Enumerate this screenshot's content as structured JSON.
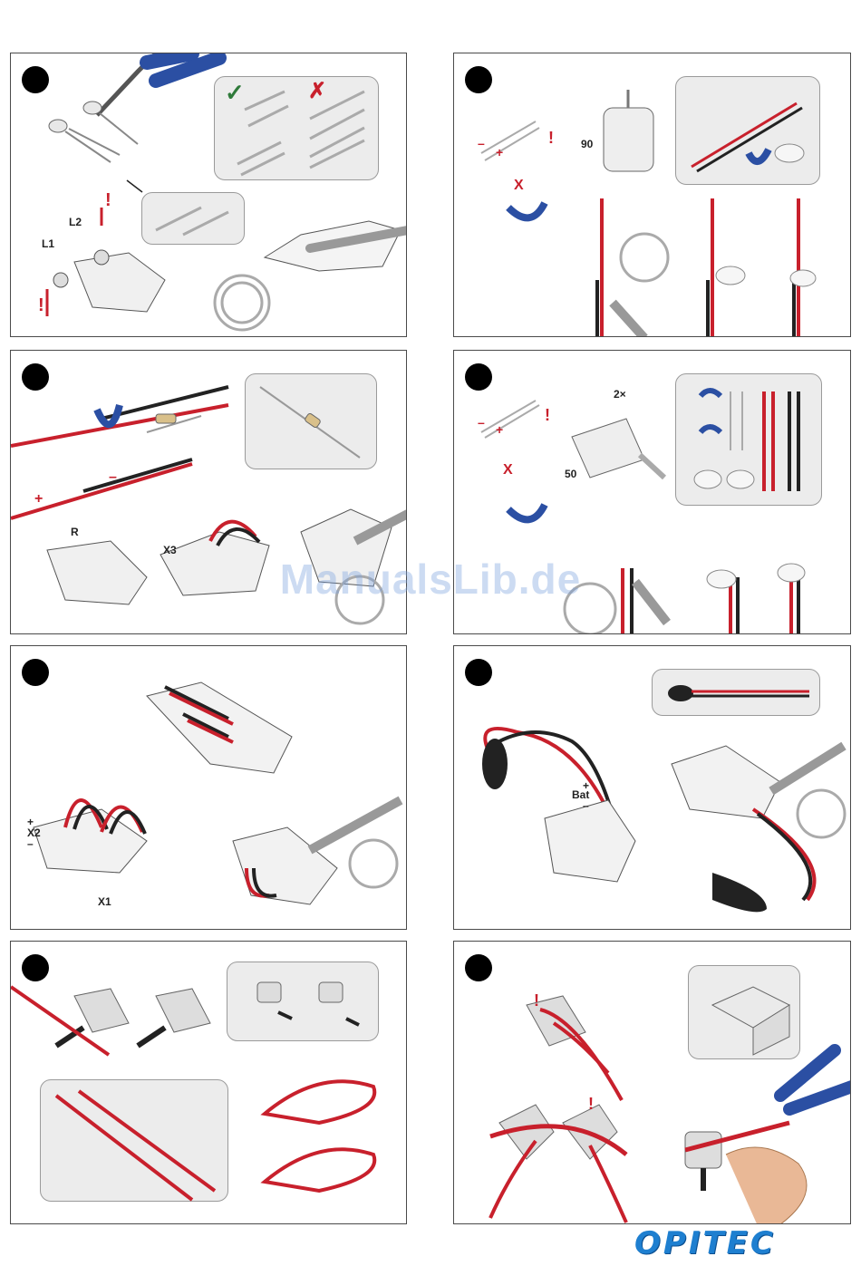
{
  "watermark": "ManualsLib.de",
  "brand": "OPITEC",
  "steps": {
    "s1": {
      "l1": "L1",
      "l2": "L2",
      "check": "✓",
      "cross": "✗",
      "bang": "!"
    },
    "s2": {
      "minus": "–",
      "plus": "+",
      "angle": "90",
      "x": "X",
      "bang": "!"
    },
    "s3": {
      "minus": "–",
      "plus": "+",
      "r": "R",
      "x3": "X3"
    },
    "s4": {
      "minus": "–",
      "plus": "+",
      "qty": "2×",
      "angle": "50",
      "x": "X",
      "bang": "!"
    },
    "s5": {
      "x1": "X1",
      "x2": "X2",
      "plus": "+",
      "minus": "–"
    },
    "s6": {
      "bat": "Bat",
      "plus": "+",
      "minus": "–"
    },
    "s8": {
      "bang": "!"
    }
  }
}
